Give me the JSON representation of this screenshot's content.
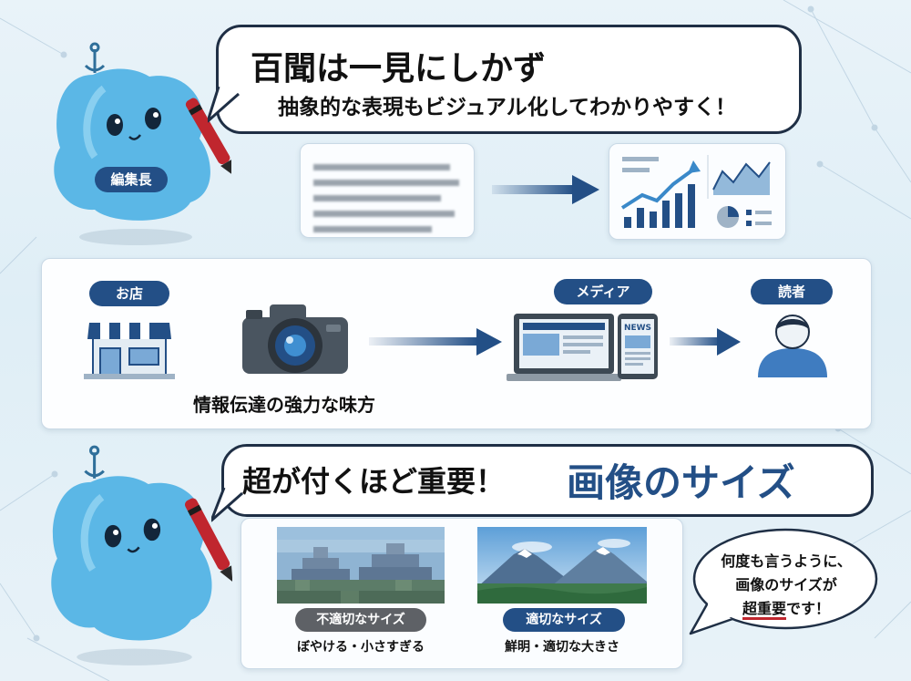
{
  "top_bubble": {
    "title": "百聞は一見にしかず",
    "subtitle": "抽象的な表現もビジュアル化してわかりやすく！"
  },
  "editor_badge": "編集長",
  "flow": {
    "shop_label": "お店",
    "media_label": "メディア",
    "reader_label": "読者",
    "caption": "情報伝達の強力な味方",
    "news_text": "NEWS"
  },
  "bottom_bubble": {
    "prefix": "超が付くほど重要！",
    "highlight": "画像のサイズ"
  },
  "comparison": {
    "bad": {
      "label": "不適切なサイズ",
      "caption": "ぼやける・小さすぎる"
    },
    "good": {
      "label": "適切なサイズ",
      "caption": "鮮明・適切な大きさ"
    }
  },
  "speech": {
    "line1": "何度も言うように、",
    "line2": "画像のサイズが",
    "line3_emphasis": "超重要",
    "line3_rest": "です！"
  },
  "colors": {
    "navy": "#234f86",
    "dark": "#1f2f45",
    "mascot": "#5bb7e6",
    "gray_pill": "#5e6166"
  }
}
